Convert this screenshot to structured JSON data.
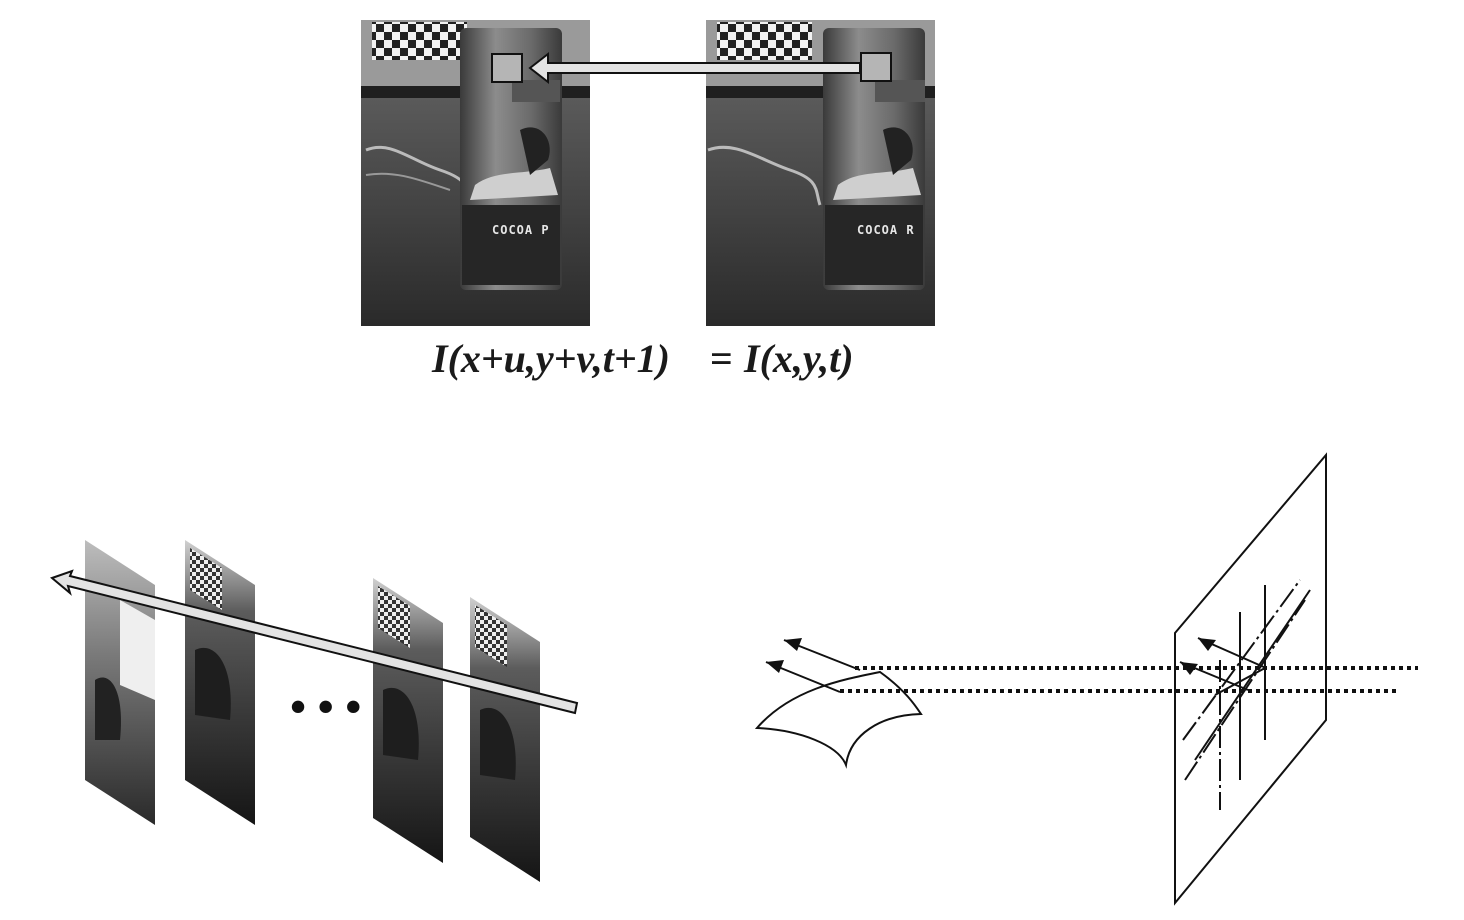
{
  "equation": {
    "lhs": "I(x+u,y+v,t+1)",
    "equals": "=",
    "rhs": "I(x,y,t)"
  },
  "photo_text": {
    "label": "COCOA",
    "left_fragment": "COCOA P",
    "right_fragment": "COCOA R"
  },
  "sequence": {
    "ellipsis": "• • •"
  },
  "icons": {
    "camera_pair": "stereo-photo-frames",
    "frame_stack": "video-frame-sequence",
    "surface": "curved-surface-patch",
    "image_plane": "projection-plane"
  },
  "colors": {
    "ink": "#111111",
    "photo_dark": "#2b2b2b",
    "photo_mid": "#6e6e6e",
    "arrow_fill": "#d9d9d9",
    "patch_fill": "#b5b5b5"
  }
}
